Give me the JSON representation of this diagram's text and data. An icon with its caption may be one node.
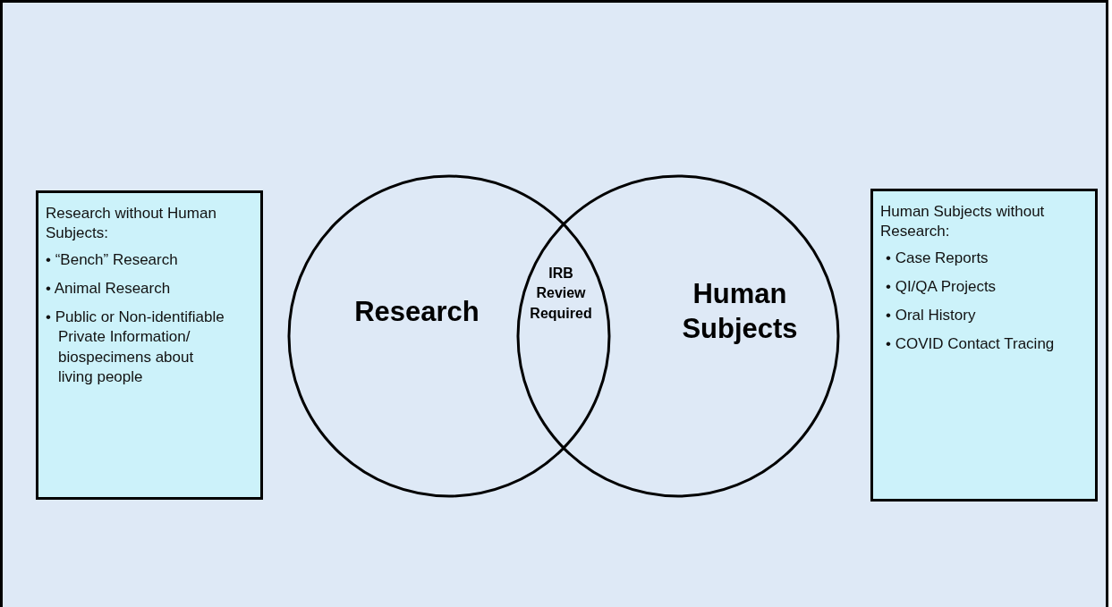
{
  "diagram": {
    "nodes": [
      {
        "text": [
          "Research without Human Subjects:",
          "• “Bench” Research",
          "• Animal Research",
          "• Public or Non-identifiable Private Information/ biospecimens about living people"
        ]
      },
      {
        "text": [
          "Research"
        ]
      },
      {
        "text": [
          "Human Subjects"
        ]
      },
      {
        "text": [
          "IRB Review Required"
        ]
      },
      {
        "text": [
          "Human Subjects without Research:",
          "• Case Reports",
          "• QI/QA Projects",
          "• Oral History",
          "• COVID Contact Tracing"
        ]
      }
    ],
    "edges": []
  }
}
